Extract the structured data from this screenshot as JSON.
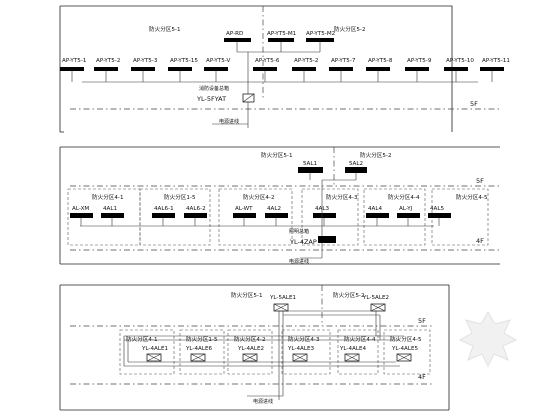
{
  "panel1": {
    "zone_left": "防火分区5-1",
    "zone_right": "防火分区5-2",
    "top_units": [
      "AP-RD",
      "AP-YT5-M1",
      "AP-YT5-M2"
    ],
    "units": [
      "AP-YT5-1",
      "AP-YT5-2",
      "AP-YT5-3",
      "AP-YT5-15",
      "AP-YT5-V",
      "AP-YT5-6",
      "AP-YT5-2",
      "AP-YT5-7",
      "AP-YT5-8",
      "AP-YT5-9",
      "AP-YT5-10",
      "AP-YT5-11"
    ],
    "controller_caption": "消防设备总箱",
    "controller": "YL-5FYAT",
    "cable": "电源进线",
    "floor": "5F"
  },
  "panel2": {
    "zone_top_left": "防火分区5-1",
    "zone_top_right": "防火分区5-2",
    "top_units": [
      "5AL1",
      "5AL2"
    ],
    "zones": [
      "防火分区4-1",
      "防火分区1-5",
      "防火分区4-2",
      "防火分区4-3",
      "防火分区4-4",
      "防火分区4-5"
    ],
    "units": [
      "AL-XM",
      "4AL1",
      "4AL6-1",
      "4AL6-2",
      "AL-WT",
      "4AL2",
      "4AL3",
      "4AL4",
      "AL-YJ",
      "4AL5"
    ],
    "controller_caption": "照明总箱",
    "controller": "YL-4ZAP",
    "cable": "电源进线",
    "floor_upper": "5F",
    "floor_lower": "4F"
  },
  "panel3": {
    "zone_top_left": "防火分区5-1",
    "zone_top_right": "防火分区5-2",
    "top_units": [
      "YL-5ALE1",
      "YL-5ALE2"
    ],
    "zones": [
      "防火分区4-1",
      "防火分区1-5",
      "防火分区4-2",
      "防火分区4-3",
      "防火分区4-4",
      "防火分区4-5"
    ],
    "units": [
      "YL-4ALE1",
      "YL-4ALE6",
      "YL-4ALE2",
      "YL-4ALE3",
      "YL-4ALE4",
      "YL-4ALE5"
    ],
    "cable": "电源进线",
    "floor_upper": "5F",
    "floor_lower": "4F"
  },
  "logo_icon": "star-seal-icon"
}
